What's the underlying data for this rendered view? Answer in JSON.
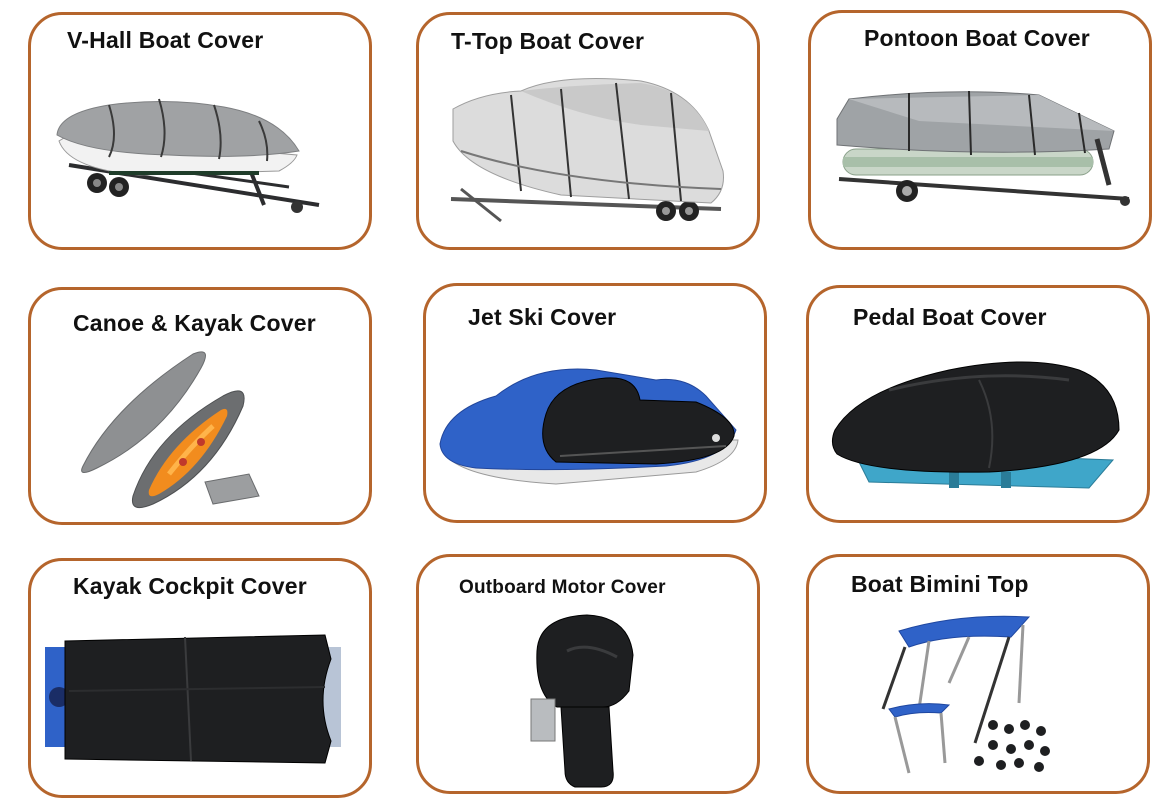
{
  "colors": {
    "card_border": "#b5652c",
    "cover_gray": "#9a9c9e",
    "cover_light": "#dcdcdc",
    "cover_black": "#1e1f21",
    "blue": "#2f62c8",
    "hull_teal": "#3fa6c9"
  },
  "products": [
    {
      "title": "V-Hall Boat Cover",
      "icon": "covered-v-hull-boat-on-trailer-icon"
    },
    {
      "title": "T-Top Boat Cover",
      "icon": "covered-t-top-boat-on-trailer-icon"
    },
    {
      "title": "Pontoon Boat Cover",
      "icon": "covered-pontoon-boat-on-trailer-icon"
    },
    {
      "title": "Canoe & Kayak Cover",
      "icon": "canoe-kayak-cover-icon"
    },
    {
      "title": "Jet Ski Cover",
      "icon": "covered-jet-ski-icon"
    },
    {
      "title": "Pedal Boat Cover",
      "icon": "covered-pedal-boat-icon"
    },
    {
      "title": "Kayak Cockpit Cover",
      "icon": "kayak-cockpit-cover-icon"
    },
    {
      "title": "Outboard Motor Cover",
      "icon": "outboard-motor-cover-icon"
    },
    {
      "title": "Boat Bimini Top",
      "icon": "bimini-top-frame-icon"
    }
  ]
}
